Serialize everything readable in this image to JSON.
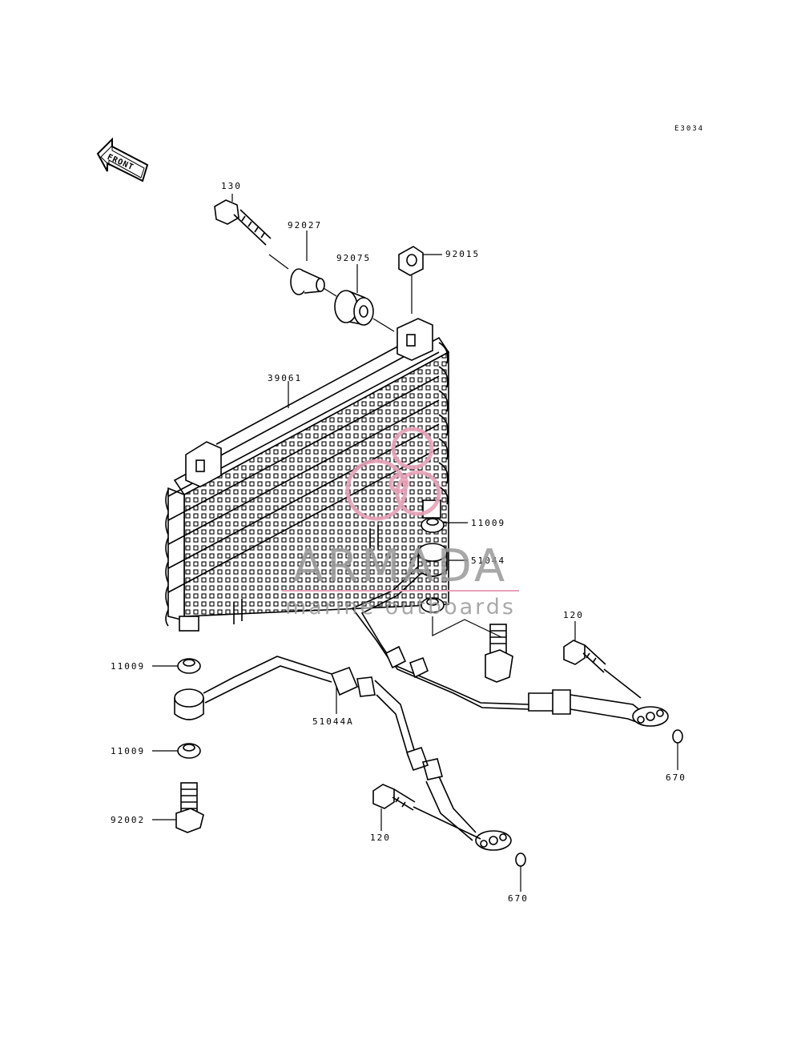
{
  "diagram_code": "E3034",
  "front_marker": "FRONT",
  "watermark": {
    "title": "ARMADA",
    "subtitle": "marine outboards",
    "accent_color": "#e8a2b8",
    "text_color": "#9a9a9a"
  },
  "parts": [
    {
      "id": "p130",
      "label": "130"
    },
    {
      "id": "p92027",
      "label": "92027"
    },
    {
      "id": "p92075",
      "label": "92075"
    },
    {
      "id": "p92015",
      "label": "92015"
    },
    {
      "id": "p39061",
      "label": "39061"
    },
    {
      "id": "p11009a",
      "label": "11009"
    },
    {
      "id": "p51044",
      "label": "51044"
    },
    {
      "id": "p120a",
      "label": "120"
    },
    {
      "id": "p11009b",
      "label": "11009"
    },
    {
      "id": "p51044A",
      "label": "51044A"
    },
    {
      "id": "p11009c",
      "label": "11009"
    },
    {
      "id": "p92002",
      "label": "92002"
    },
    {
      "id": "p120b",
      "label": "120"
    },
    {
      "id": "p670a",
      "label": "670"
    },
    {
      "id": "p670b",
      "label": "670"
    }
  ]
}
